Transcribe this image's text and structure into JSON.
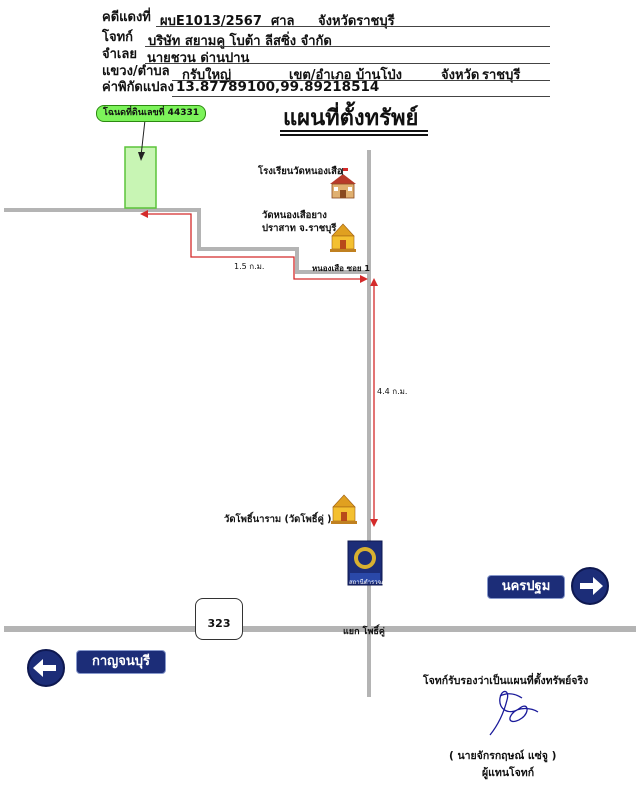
{
  "header": {
    "case_label": "คดีแดงที่",
    "case_no": "ผบE1013/2567",
    "court_label": "ศาล",
    "court": "จังหวัดราชบุรี",
    "plaintiff_label": "โจทก์",
    "plaintiff": "บริษัท สยามคู โบต้า ลีสซิ่ง จำกัด",
    "defendant_label": "จำเลย",
    "defendant": "นายชวน ด่านปาน",
    "subdistrict_label": "แขวง/ตำบล",
    "subdistrict": "กรับใหญ่",
    "district_label": "เขต/อำเภอ",
    "district": "บ้านโป่ง",
    "province_label": "จังหวัด",
    "province": "ราชบุรี",
    "coord_label": "ค่าพิกัดแปลง",
    "coords": "13.87789100,99.89218514"
  },
  "map": {
    "title": "แผนที่ตั้งทรัพย์",
    "parcel_badge": "โฉนดที่ดินเลขที่ 44331",
    "school": "โรงเรียนวัดหนองเสือ",
    "temple_1_line1": "วัดหนองเสือยาง",
    "temple_1_line2": "ปราสาท จ.ราชบุรี",
    "soi_label": "หนองเสือ ซอย 1",
    "dist_1": "1.5 ก.ม.",
    "dist_2": "4.4 ก.ม.",
    "temple_2": "วัดโพธิ์นาราม (วัดโพธิ์คู่ )",
    "police_badge": "สถานีตำรวจภูธร",
    "highway_no": "323",
    "junction": "แยก โพธิ์คู่",
    "direction_east": "นครปฐม",
    "direction_west": "กาญจนบุรี"
  },
  "footer": {
    "certify": "โจทก์รับรองว่าเป็นแผนที่ตั้งทรัพย์จริง",
    "signer": "(   นายจักรกฤษณ์ แซ่จู   )",
    "role": "ผู้แทนโจทก์"
  },
  "colors": {
    "road": "#b4b4b4",
    "route": "#d42a2a",
    "parcel_fill": "#c8f5b4",
    "parcel_border": "#5bc43a",
    "sign_blue": "#1c2d78"
  },
  "icons": {
    "school": "school-building-icon",
    "temple": "temple-icon",
    "police": "police-station-icon",
    "highway": "highway-shield-icon",
    "arrow_right": "arrow-right-icon",
    "arrow_left": "arrow-left-icon",
    "signature": "signature-icon"
  }
}
